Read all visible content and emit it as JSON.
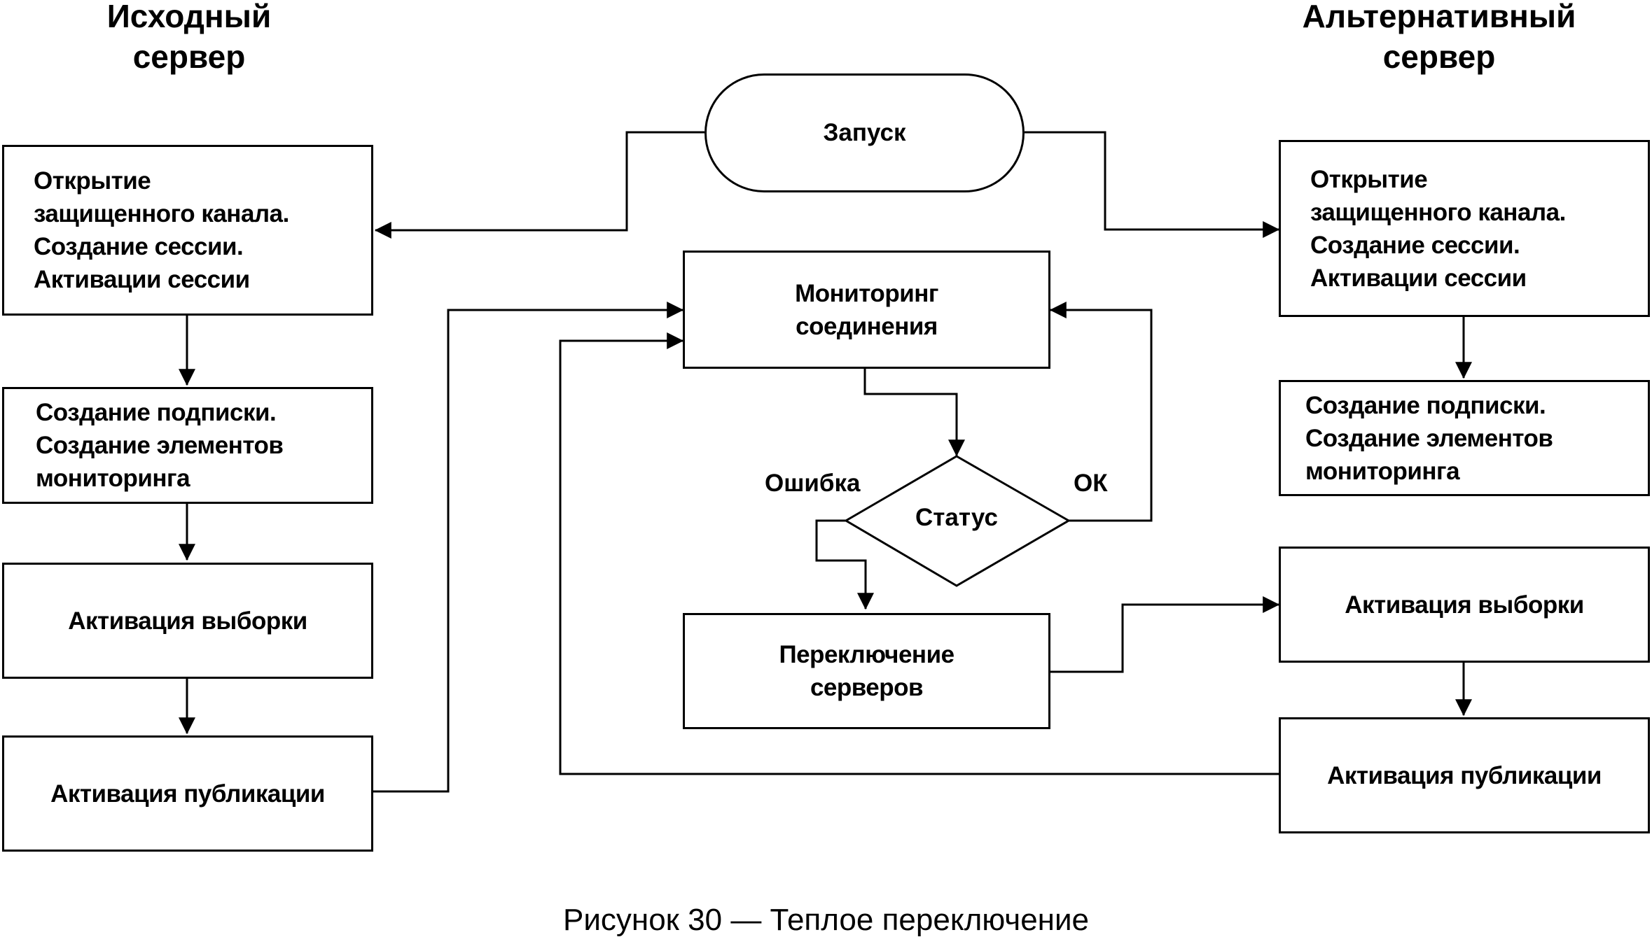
{
  "headings": {
    "source": [
      "Исходный",
      "сервер"
    ],
    "alternative": [
      "Альтернативный",
      "сервер"
    ]
  },
  "start": "Запуск",
  "left": {
    "open_channel": [
      "Открытие",
      "защищенного канала.",
      "Создание сессии.",
      "Активации сессии"
    ],
    "subscription": [
      "Создание подписки.",
      "Создание элементов",
      "мониторинга"
    ],
    "sampling": "Активация выборки",
    "publishing": "Активация публикации"
  },
  "center": {
    "monitoring": [
      "Мониторинг",
      "соединения"
    ],
    "status": "Статус",
    "error_label": "Ошибка",
    "ok_label": "ОК",
    "switch": [
      "Переключение",
      "серверов"
    ]
  },
  "right": {
    "open_channel": [
      "Открытие",
      "защищенного канала.",
      "Создание сессии.",
      "Активации сессии"
    ],
    "subscription": [
      "Создание подписки.",
      "Создание элементов",
      "мониторинга"
    ],
    "sampling": "Активация выборки",
    "publishing": "Активация публикации"
  },
  "caption": "Рисунок 30 — Теплое переключение"
}
